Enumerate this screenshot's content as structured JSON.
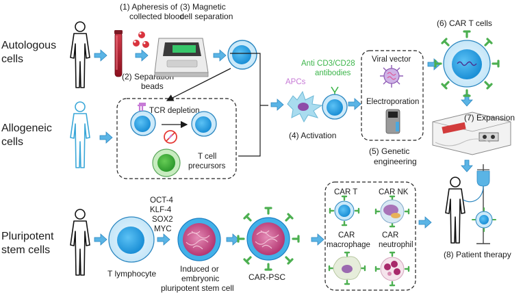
{
  "rows": {
    "autologous": [
      "Autologous",
      "cells"
    ],
    "allogeneic": [
      "Allogeneic",
      "cells"
    ],
    "pluripotent": [
      "Pluripotent",
      "stem cells"
    ]
  },
  "steps": {
    "apheresis": [
      "(1)  Apheresis of",
      "collected blood"
    ],
    "magnetic": [
      "(3) Magnetic",
      "cell separation"
    ],
    "beads": [
      "(2) Separation",
      "beads"
    ],
    "tcr_depletion": "TCR depletion",
    "t_precursors": [
      "T cell",
      "precursors"
    ],
    "apcs": "APCs",
    "antibodies": [
      "Anti CD3/CD28",
      "antibodies"
    ],
    "activation": "(4) Activation",
    "viral_vector": "Viral vector",
    "electroporation": "Electroporation",
    "genetic": [
      "(5) Genetic",
      "engineering"
    ],
    "car_t_cells": "(6) CAR T cells",
    "expansion": "(7) Expansion",
    "patient_therapy": "(8) Patient therapy",
    "factors": [
      "OCT-4",
      "KLF-4",
      "SOX2",
      "MYC"
    ],
    "t_lymphocyte": "T lymphocyte",
    "ipsc": [
      "Induced or",
      "embryonic",
      "pluripotent stem cell"
    ],
    "car_psc": "CAR-PSC",
    "car_t": "CAR T",
    "car_nk": "CAR NK",
    "car_macrophage": [
      "CAR",
      "macrophage"
    ],
    "car_neutrophil": [
      "CAR",
      "neutrophil"
    ]
  },
  "colors": {
    "arrow": "#5ab4e5",
    "cell_outer": "#d6eefa",
    "cell_inner": "#2a9fe0",
    "car_green": "#4caf50",
    "ipsc_pink": "#b02f6c",
    "label_green": "#3cb54a",
    "label_purple": "#c77ad6"
  }
}
